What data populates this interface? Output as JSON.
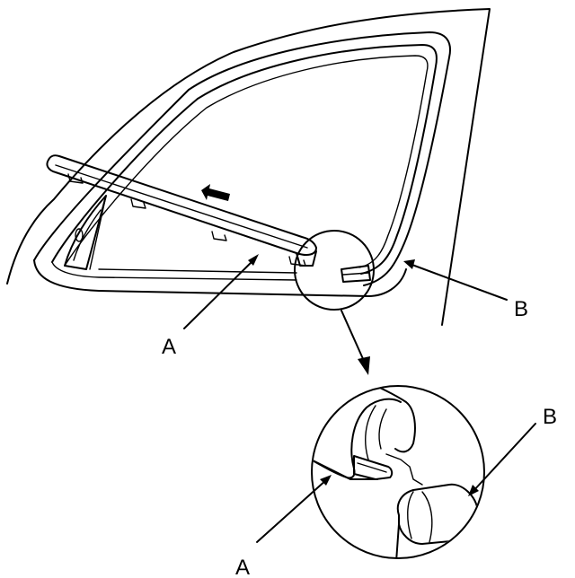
{
  "labels": {
    "a_main": "A",
    "b_main": "B",
    "a_detail": "A",
    "b_detail": "B"
  },
  "icons": {
    "direction_arrow": "arrow-left-icon",
    "zoom_arrow": "arrow-down-icon"
  }
}
